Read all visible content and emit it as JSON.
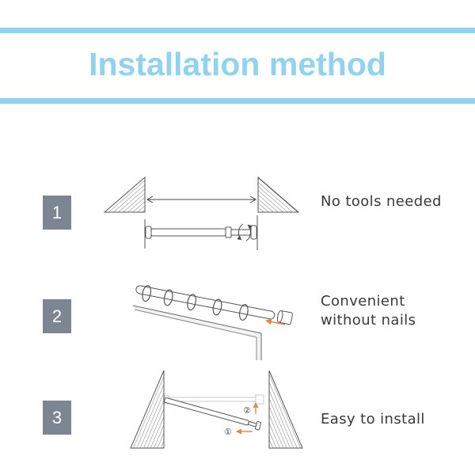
{
  "header": {
    "title": "Installation method"
  },
  "steps": [
    {
      "number": "1",
      "lines": [
        "No tools needed"
      ]
    },
    {
      "number": "2",
      "lines": [
        "Convenient",
        "without nails"
      ]
    },
    {
      "number": "3",
      "lines": [
        "Easy to install"
      ]
    }
  ],
  "diagrams": {
    "step3": {
      "marker_1": "①",
      "marker_2": "②"
    }
  },
  "colors": {
    "accent": "#8fd3f1",
    "badge": "#7b8692",
    "text": "#3a3a3a",
    "arrow": "#e8874a"
  }
}
